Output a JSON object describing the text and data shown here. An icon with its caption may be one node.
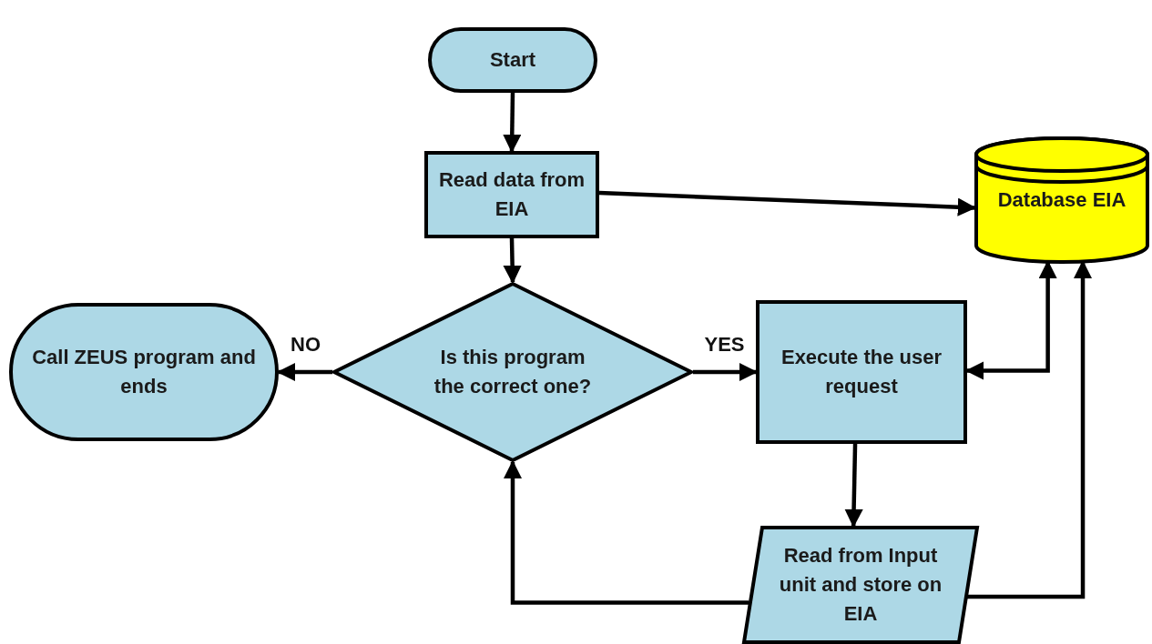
{
  "diagram": {
    "nodes": [
      {
        "text": [
          "Start"
        ]
      },
      {
        "text": [
          "Read data from EIA"
        ]
      },
      {
        "text": [
          "Database EIA"
        ]
      },
      {
        "text": [
          "Is this program the correct one?"
        ]
      },
      {
        "text": [
          "Call ZEUS program and ends"
        ]
      },
      {
        "text": [
          "Execute the user request"
        ]
      },
      {
        "text": [
          "Read from Input unit and store on EIA"
        ]
      }
    ],
    "edges": [
      {
        "from": 0,
        "to": 1,
        "arrow": "to"
      },
      {
        "from": 1,
        "to": 2,
        "arrow": "to"
      },
      {
        "from": 1,
        "to": 3,
        "arrow": "to"
      },
      {
        "from": 3,
        "to": 4,
        "arrow": "to",
        "label": "NO"
      },
      {
        "from": 3,
        "to": 5,
        "arrow": "to",
        "label": "YES"
      },
      {
        "from": 5,
        "to": 2,
        "arrow": "both"
      },
      {
        "from": 5,
        "to": 6,
        "arrow": "to"
      },
      {
        "from": 6,
        "to": 3,
        "arrow": "to"
      },
      {
        "from": 6,
        "to": 2,
        "arrow": "to"
      }
    ]
  }
}
